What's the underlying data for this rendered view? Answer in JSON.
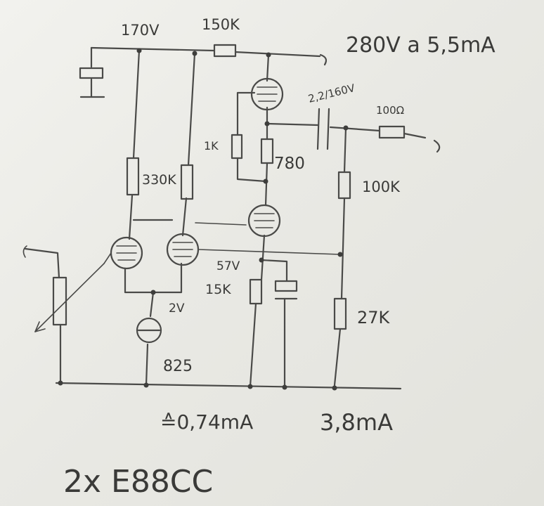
{
  "labels": {
    "supply_top": "170V",
    "r_150k": "150K",
    "supply_out": "280V a 5,5mA",
    "cap_coupling": "2,2/160V",
    "r_100ohm": "100Ω",
    "r_1k": "1K",
    "r_780": "780",
    "r_330k": "330K",
    "r_100k": "100K",
    "v_57": "57V",
    "r_15k": "15K",
    "r_27k": "27K",
    "v_2": "2V",
    "led_825": "825",
    "current_left": "≙0,74mA",
    "current_right": "3,8mA",
    "tubes": "2x E88CC"
  },
  "colors": {
    "ink": "#3a3a38",
    "paper": "#ecece7"
  }
}
